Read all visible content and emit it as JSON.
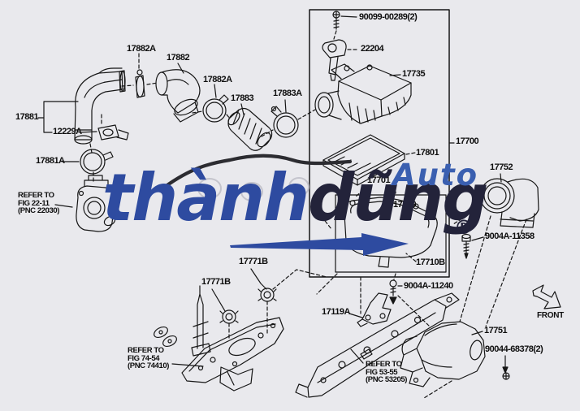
{
  "diagram": {
    "callouts": {
      "c17882a_1": "17882A",
      "c17882": "17882",
      "c17882a_2": "17882A",
      "c17883": "17883",
      "c17883a": "17883A",
      "c17881": "17881",
      "c12229a": "12229A",
      "c17881a": "17881A",
      "c90099": "90099-00289(2)",
      "c22204": "22204",
      "c17735": "17735",
      "c17700": "17700",
      "c17801": "17801",
      "c17701": "17701",
      "c17710": "17710",
      "c17710b": "17710B",
      "c17752": "17752",
      "c9004a_11358": "9004A-11358",
      "c17771b_a": "17771B",
      "c17771b_b": "17771B",
      "c9004a_11240": "9004A-11240",
      "c17119a": "17119A",
      "c17751": "17751",
      "c90044": "90044-68378(2)",
      "front_label": "FRONT"
    },
    "notes": {
      "fig22": "REFER TO\nFIG 22-11\n(PNC 22030)",
      "fig74": "REFER TO\nFIG 74-54\n(PNC 74410)",
      "fig53": "REFER TO\nFIG 53-55\n(PNC 53205)"
    }
  },
  "watermark": {
    "brand_first": "thành",
    "brand_second": "dũng",
    "registered_mark": "®",
    "tagline": "Auto",
    "colors": {
      "brand_blue": "#2e4ba0",
      "brand_dark": "#23233a",
      "tagline_blue": "#3a5fb0",
      "background": "#e9e9ed",
      "line_art": "#161616"
    }
  }
}
